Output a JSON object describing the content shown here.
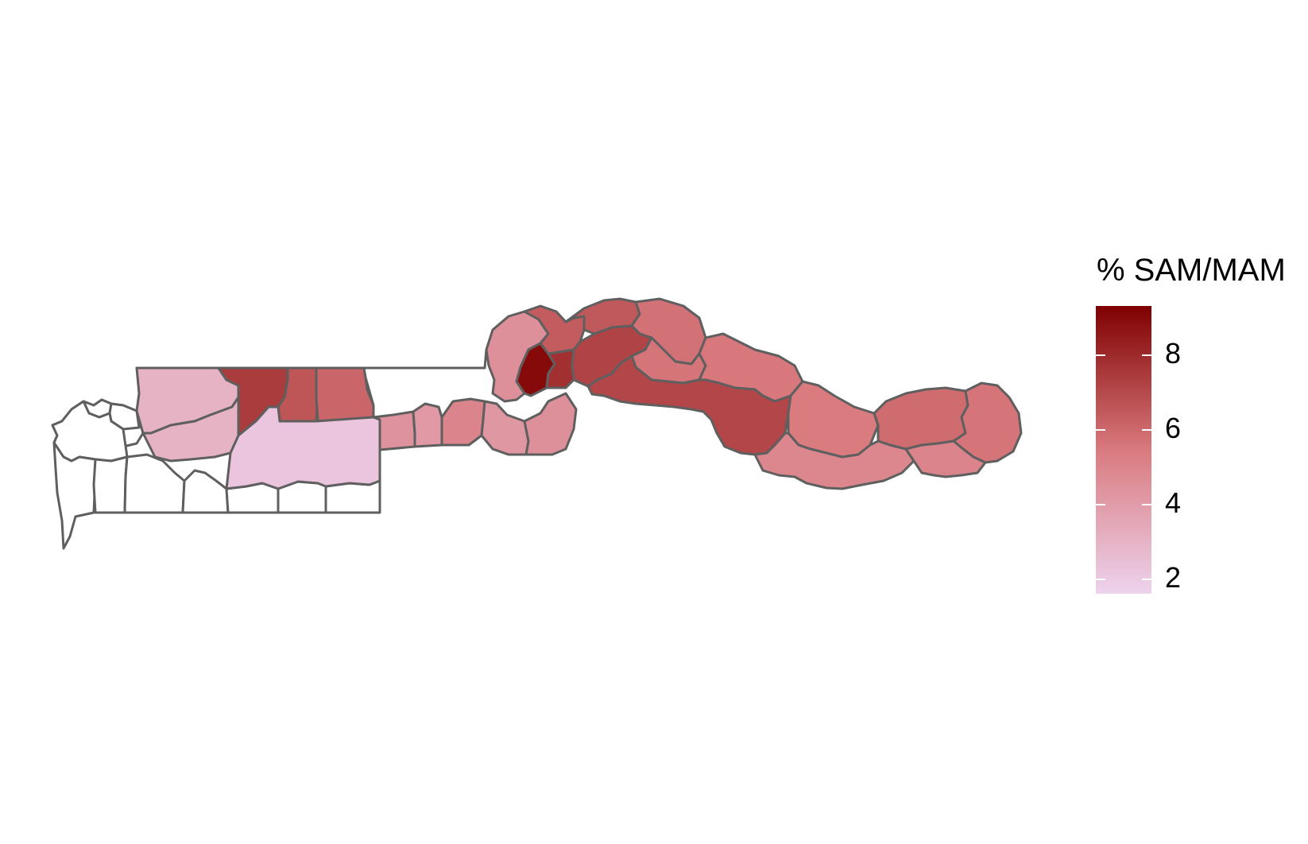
{
  "legend": {
    "title": "% SAM/MAM",
    "ticks": [
      {
        "value": 8,
        "label": "8"
      },
      {
        "value": 6,
        "label": "6"
      },
      {
        "value": 4,
        "label": "4"
      },
      {
        "value": 2,
        "label": "2"
      }
    ],
    "range": [
      1.6,
      9.3
    ],
    "color_low": "#EDD3EE",
    "color_mid": "#D97A7E",
    "color_high": "#7F0000"
  },
  "map": {
    "stroke_color": "#5F5F5F",
    "no_data_color": "#FFFFFF",
    "regions": [
      {
        "id": "west-coast-1",
        "value": null
      },
      {
        "id": "west-coast-2",
        "value": null
      },
      {
        "id": "west-coast-3",
        "value": null
      },
      {
        "id": "west-coast-4",
        "value": null
      },
      {
        "id": "west-coast-5",
        "value": null
      },
      {
        "id": "west-south-1",
        "value": null
      },
      {
        "id": "west-south-2",
        "value": null
      },
      {
        "id": "west-south-3",
        "value": null
      },
      {
        "id": "west-south-4",
        "value": null
      },
      {
        "id": "west-south-5",
        "value": null
      },
      {
        "id": "west-south-6",
        "value": null
      },
      {
        "id": "west-north-light",
        "value": 3.0
      },
      {
        "id": "west-middle-light",
        "value": 3.0
      },
      {
        "id": "north-bank-dark",
        "value": 7.4
      },
      {
        "id": "north-bank-mid",
        "value": 6.6
      },
      {
        "id": "north-bank-east",
        "value": 6.1
      },
      {
        "id": "south-lower-pale",
        "value": 2.2
      },
      {
        "id": "central-strip-1",
        "value": 4.4
      },
      {
        "id": "central-strip-2",
        "value": 4.1
      },
      {
        "id": "central-strip-3",
        "value": 5.0
      },
      {
        "id": "central-strip-4",
        "value": 4.2
      },
      {
        "id": "central-strip-5",
        "value": 4.5
      },
      {
        "id": "central-ring-north",
        "value": 4.5
      },
      {
        "id": "central-dark-core",
        "value": 9.0
      },
      {
        "id": "central-dark-east",
        "value": 7.8
      },
      {
        "id": "north-crown-1",
        "value": 6.4
      },
      {
        "id": "north-crown-2",
        "value": 6.5
      },
      {
        "id": "north-crown-3",
        "value": 5.7
      },
      {
        "id": "river-middle-dark",
        "value": 7.2
      },
      {
        "id": "river-middle-north",
        "value": 5.6
      },
      {
        "id": "river-middle-east",
        "value": 5.5
      },
      {
        "id": "south-river-band",
        "value": 7.1
      },
      {
        "id": "east-upper-1",
        "value": 5.4
      },
      {
        "id": "east-upper-2",
        "value": 5.9
      },
      {
        "id": "east-upper-3",
        "value": 5.6
      },
      {
        "id": "east-lower-1",
        "value": 4.9
      },
      {
        "id": "east-lower-2",
        "value": 5.0
      }
    ]
  }
}
